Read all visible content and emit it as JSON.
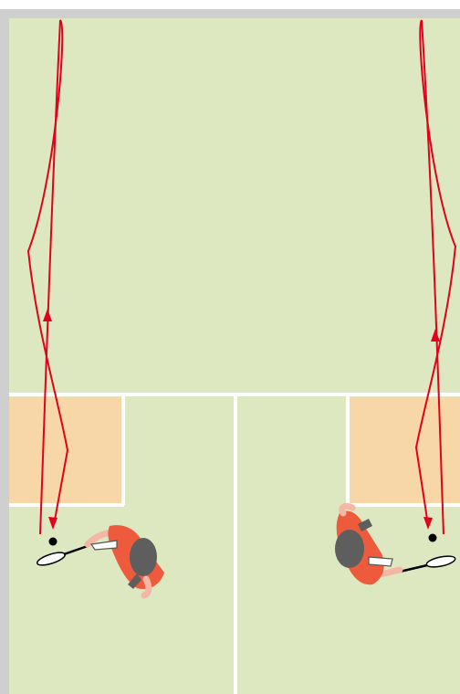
{
  "diagram": {
    "kind": "badminton-court-top-view",
    "shot": "underarm-lift-trajectory",
    "colors": {
      "frame": "#cfcfcf",
      "court": "#dde8c0",
      "lines": "#ffffff",
      "service_box": "#f7d6a8",
      "trajectory": "#e3001b",
      "shirt": "#ee5a3c",
      "hair": "#5e5e5e",
      "skin": "#f5b7a5",
      "shuttle": "#000000",
      "racket_head": "#ffffff"
    },
    "players": [
      {
        "id": "left",
        "role": "striker",
        "facing": "left"
      },
      {
        "id": "right",
        "role": "striker",
        "facing": "left-mirrored"
      }
    ],
    "arrows": 4
  }
}
